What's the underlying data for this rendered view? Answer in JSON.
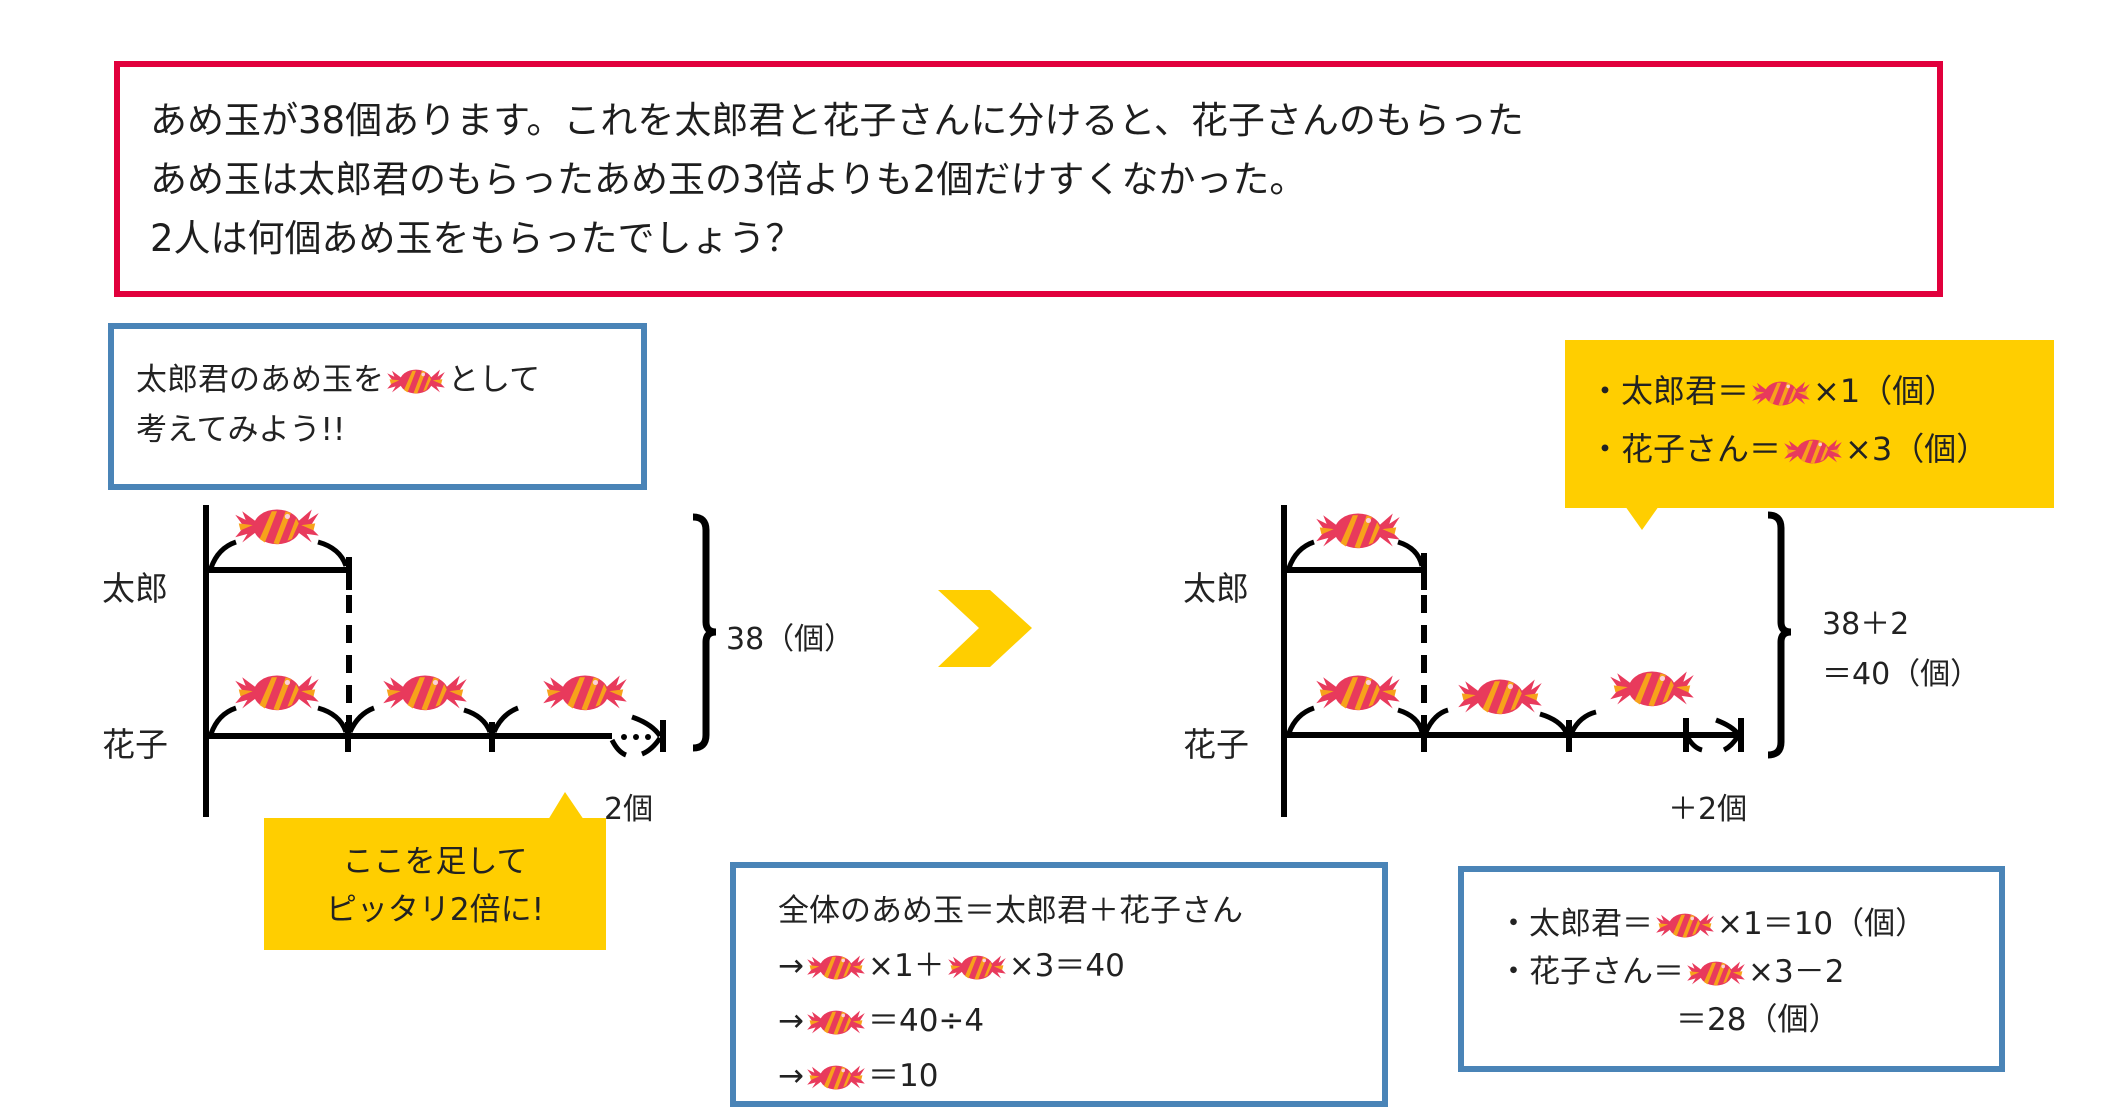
{
  "problem": {
    "lines": [
      "あめ玉が38個あります。これを太郎君と花子さんに分けると、花子さんのもらった",
      "あめ玉は太郎君のもらったあめ玉の3倍よりも2個だけすくなかった。",
      "2人は何個あめ玉をもらったでしょう？"
    ]
  },
  "hint": {
    "line1_before": "太郎君のあめ玉を",
    "line1_after": "として",
    "line2": "考えてみよう!!"
  },
  "left_diagram": {
    "row_labels": [
      "太郎",
      "花子"
    ],
    "total_label": "38（個）",
    "remainder_label": "2個",
    "taro_units": 1,
    "hanako_units": 3,
    "callout_lines": [
      "ここを足して",
      "ピッタリ2倍に!"
    ]
  },
  "right_diagram": {
    "row_labels": [
      "太郎",
      "花子"
    ],
    "total_lines": [
      "38＋2",
      "＝40（個）"
    ],
    "extra_label": "＋2個",
    "taro_units": 1,
    "hanako_units": 3,
    "callout": {
      "taro_prefix": "・太郎君＝",
      "taro_suffix": "×1（個）",
      "hanako_prefix": "・花子さん＝",
      "hanako_suffix": "×3（個）"
    }
  },
  "calc": {
    "line1": "全体のあめ玉＝太郎君＋花子さん",
    "line2": {
      "arrow": "→",
      "mid": "×1＋",
      "end": "×3＝40"
    },
    "line3": {
      "arrow": "→",
      "end": "＝40÷4"
    },
    "line4": {
      "arrow": "→",
      "end": "＝10"
    }
  },
  "answer": {
    "taro_prefix": "・太郎君＝",
    "taro_suffix": "×1＝10（個）",
    "hanako_prefix": "・花子さん＝",
    "hanako_suffix": "×3－2",
    "hanako_result": "＝28（個）"
  },
  "icons": {
    "candy": "candy-icon",
    "next": "chevron-right-icon"
  },
  "colors": {
    "problem_border": "#e1003c",
    "box_border": "#4a84b7",
    "callout_fill": "#ffce00",
    "candy_body": "#e83a5c",
    "candy_stripe": "#f7a21b"
  }
}
